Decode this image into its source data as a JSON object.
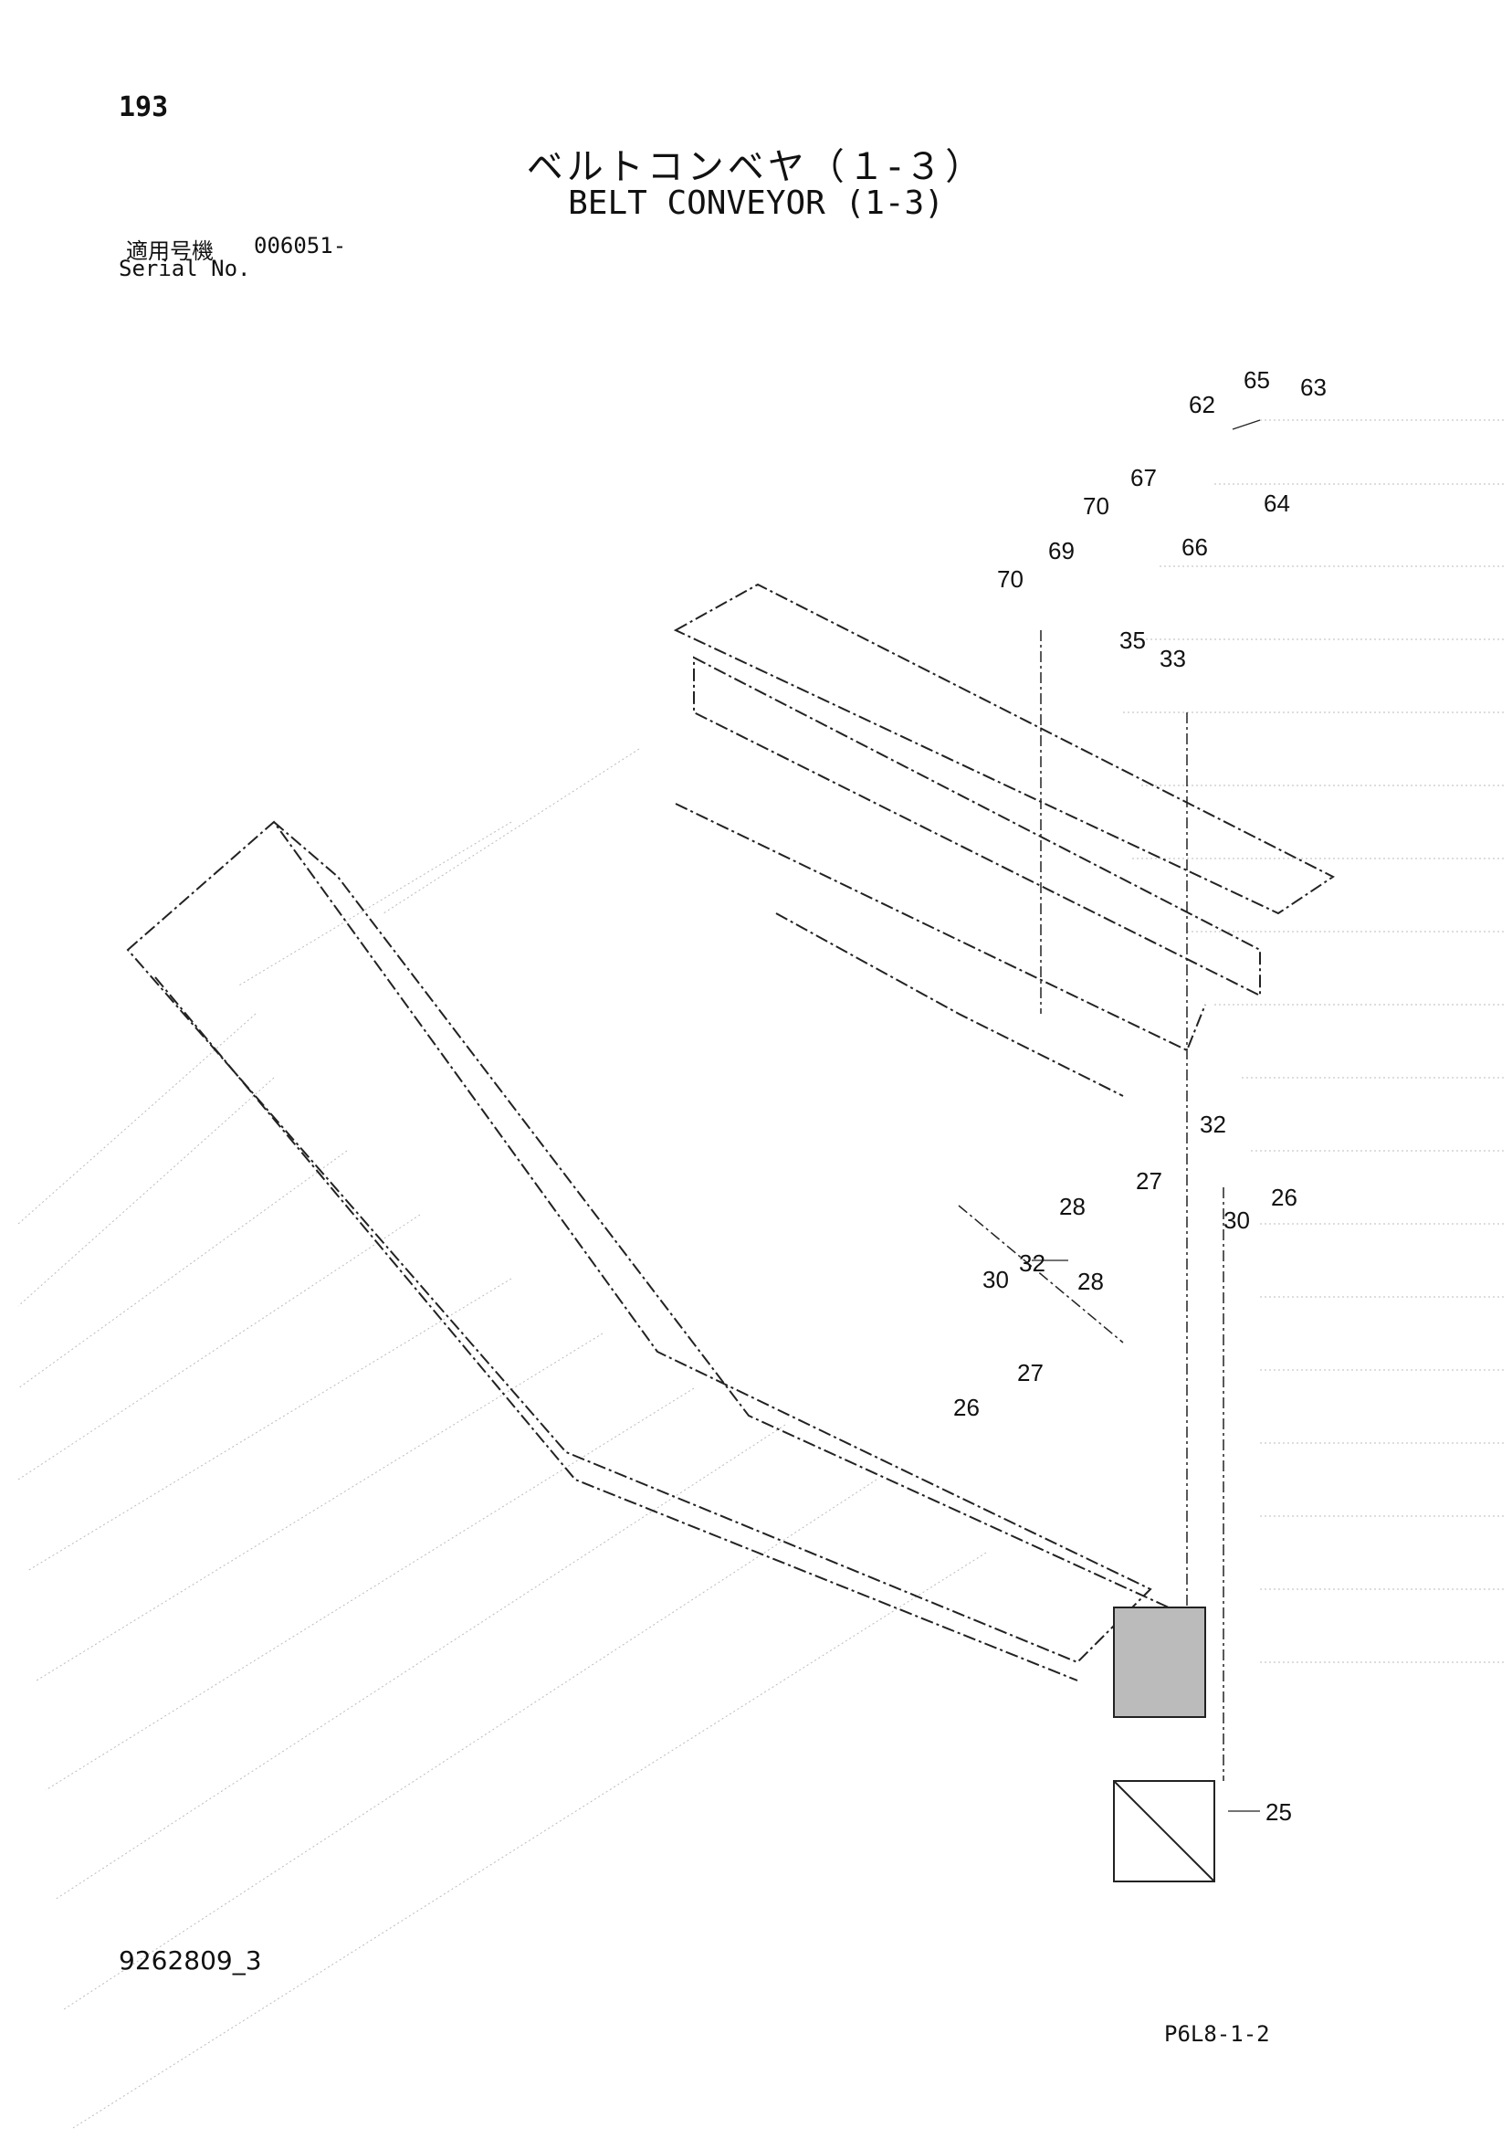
{
  "header": {
    "page_number": "193",
    "title_jp": "ベルトコンベヤ（１-３）",
    "title_en": "BELT CONVEYOR (1-3)",
    "serial_label_jp": "適用号機",
    "serial_value": "006051-",
    "serial_label_en": "Serial No."
  },
  "callouts": {
    "c63": "63",
    "c65": "65",
    "c62": "62",
    "c64": "64",
    "c67": "67",
    "c70a": "70",
    "c66": "66",
    "c69": "69",
    "c70b": "70",
    "c35": "35",
    "c33": "33",
    "c32a": "32",
    "c27a": "27",
    "c28a": "28",
    "c26a": "26",
    "c30a": "30",
    "c30b": "30",
    "c32b": "32",
    "c28b": "28",
    "c27b": "27",
    "c26b": "26",
    "c25": "25"
  },
  "footer": {
    "drawing_number": "9262809_3",
    "figure_code": "P6L8-1-2"
  }
}
